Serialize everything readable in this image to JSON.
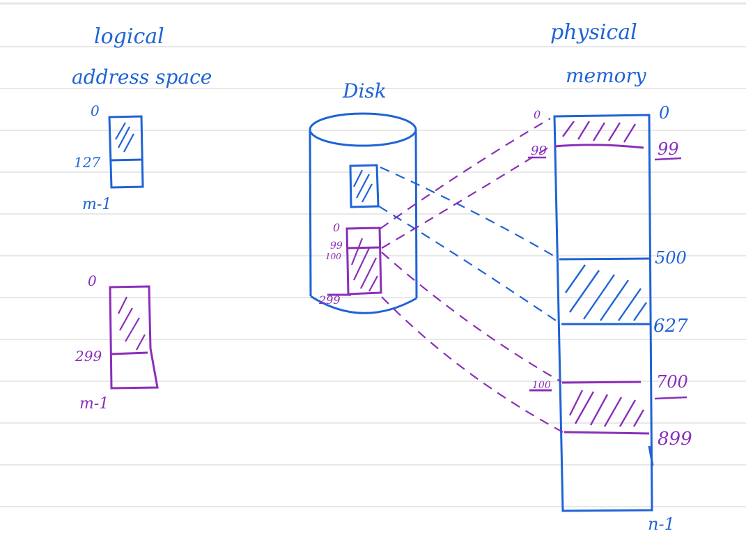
{
  "colors": {
    "blue": "#1f63d6",
    "purple": "#8a2fb8",
    "paper_line": "#d9d9d9",
    "top_border": "#e6e6e6"
  },
  "logical": {
    "title_line1": "logical",
    "title_line2": "address space",
    "blue": {
      "top": "0",
      "mid": "127",
      "bottom": "m-1"
    },
    "purple": {
      "top": "0",
      "mid": "299",
      "bottom": "m-1"
    }
  },
  "disk": {
    "title": "Disk",
    "labels": {
      "a": "0",
      "b": "99",
      "c": "100",
      "d": "299"
    }
  },
  "physical": {
    "title_line1": "physical",
    "title_line2": "memory",
    "left_labels": {
      "zero": "0",
      "ninety_nine": "99",
      "hundred": "100"
    },
    "right_labels": {
      "zero": "0",
      "ninety_nine": "99",
      "five_hundred": "500",
      "six27": "627",
      "seven_hundred": "700",
      "eight99": "899",
      "n_minus_1": "n-1"
    }
  }
}
